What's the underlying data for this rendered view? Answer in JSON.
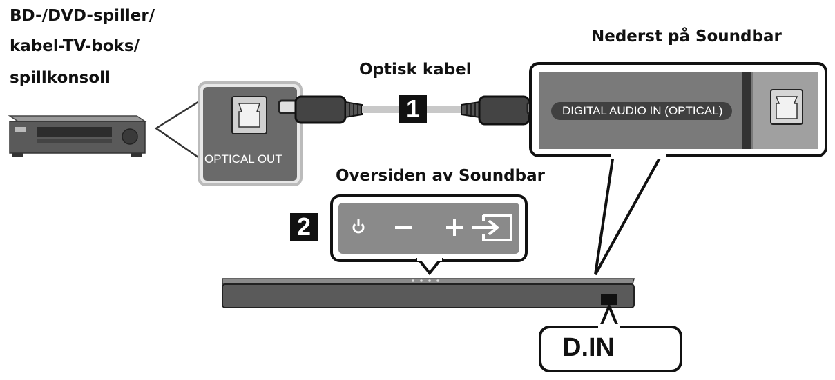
{
  "source_device": {
    "label_lines": [
      "BD-/DVD-spiller/",
      "kabel-TV-boks/",
      "spillkonsoll"
    ],
    "port_label": "OPTICAL OUT"
  },
  "cable": {
    "label": "Optisk kabel",
    "step": "1"
  },
  "soundbar_bottom": {
    "title": "Nederst på Soundbar",
    "port_label": "DIGITAL AUDIO IN (OPTICAL)"
  },
  "soundbar_top": {
    "title": "Oversiden av Soundbar",
    "step": "2"
  },
  "display": {
    "text": "D.IN"
  },
  "icons": [
    "cd-player-icon",
    "optical-port-icon",
    "power-icon",
    "volume-down-icon",
    "volume-up-icon",
    "source-input-icon",
    "soundbar-icon"
  ]
}
